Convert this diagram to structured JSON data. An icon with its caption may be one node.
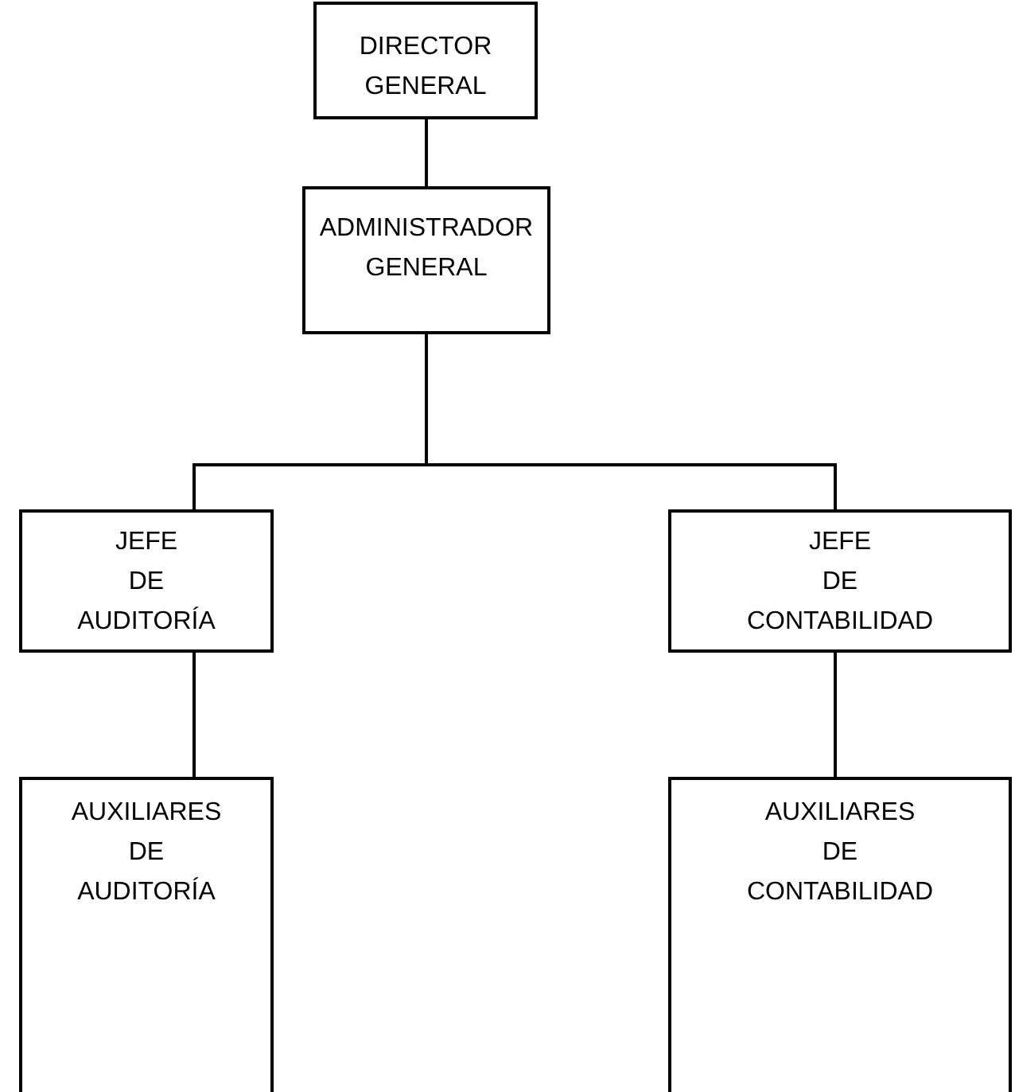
{
  "diagram": {
    "nodes": [
      {
        "text": [
          "DIRECTOR GENERAL"
        ]
      },
      {
        "text": [
          "ADMINISTRADOR GENERAL"
        ]
      },
      {
        "text": [
          "JEFE DE AUDITORÍA"
        ]
      },
      {
        "text": [
          "JEFE DE CONTABILIDAD"
        ]
      },
      {
        "text": [
          "AUXILIARES DE AUDITORÍA"
        ]
      },
      {
        "text": [
          "AUXILIARES DE CONTABILIDAD"
        ]
      }
    ],
    "edges": [
      {
        "from": 0,
        "to": 1,
        "arrow": "none"
      },
      {
        "from": 1,
        "to": 2,
        "arrow": "none"
      },
      {
        "from": 1,
        "to": 3,
        "arrow": "none"
      },
      {
        "from": 2,
        "to": 4,
        "arrow": "none"
      },
      {
        "from": 3,
        "to": 5,
        "arrow": "none"
      }
    ]
  }
}
